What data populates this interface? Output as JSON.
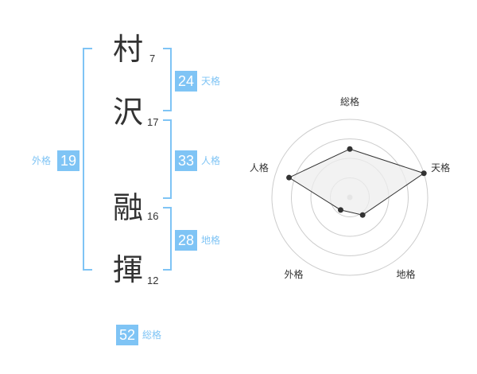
{
  "name": {
    "chars": [
      {
        "char": "村",
        "strokes": "7"
      },
      {
        "char": "沢",
        "strokes": "17"
      },
      {
        "char": "融",
        "strokes": "16"
      },
      {
        "char": "揮",
        "strokes": "12"
      }
    ]
  },
  "kaku": {
    "ten": {
      "value": "24",
      "label": "天格"
    },
    "jin": {
      "value": "33",
      "label": "人格"
    },
    "chi": {
      "value": "28",
      "label": "地格"
    },
    "gai": {
      "value": "19",
      "label": "外格"
    },
    "sou": {
      "value": "52",
      "label": "総格"
    }
  },
  "chart_data": {
    "type": "radar",
    "axes": [
      "総格",
      "天格",
      "地格",
      "外格",
      "人格"
    ],
    "values": [
      0.62,
      1.0,
      0.28,
      0.2,
      0.82
    ],
    "range": [
      0,
      1
    ],
    "rings": 4,
    "colors": {
      "fill": "#eeeeee",
      "line": "#333333",
      "grid": "#cccccc",
      "point": "#333333",
      "center": "#cccccc"
    }
  },
  "colors": {
    "accent": "#7fc4f5",
    "text": "#333333"
  }
}
